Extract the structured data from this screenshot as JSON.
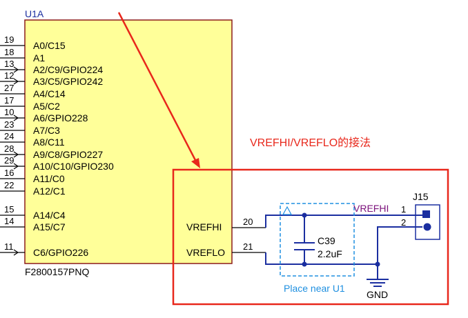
{
  "component": {
    "designator": "U1A",
    "part_number": "F2800157PNQ",
    "pins_left": [
      {
        "num": "19",
        "label": "A0/C15"
      },
      {
        "num": "18",
        "label": "A1"
      },
      {
        "num": "13",
        "label": "A2/C9/GPIO224"
      },
      {
        "num": "12",
        "label": "A3/C5/GPIO242"
      },
      {
        "num": "27",
        "label": "A4/C14"
      },
      {
        "num": "17",
        "label": "A5/C2"
      },
      {
        "num": "10",
        "label": "A6/GPIO228"
      },
      {
        "num": "23",
        "label": "A7/C3"
      },
      {
        "num": "24",
        "label": "A8/C11"
      },
      {
        "num": "28",
        "label": "A9/C8/GPIO227"
      },
      {
        "num": "29",
        "label": "A10/C10/GPIO230"
      },
      {
        "num": "16",
        "label": "A11/C0"
      },
      {
        "num": "22",
        "label": "A12/C1"
      },
      {
        "num": "15",
        "label": "A14/C4"
      },
      {
        "num": "14",
        "label": "A15/C7"
      },
      {
        "num": "11",
        "label": "C6/GPIO226"
      }
    ],
    "pins_right": [
      {
        "num": "20",
        "label": "VREFHI"
      },
      {
        "num": "21",
        "label": "VREFLO"
      }
    ]
  },
  "annotation": {
    "title": "VREFHI/VREFLO的接法",
    "color": "#e8271b"
  },
  "capacitor": {
    "designator": "C39",
    "value": "2.2uF",
    "note": "Place near U1"
  },
  "connector": {
    "designator": "J15",
    "pin1": "1",
    "pin2": "2"
  },
  "nets": {
    "vrefhi": "VREFHI",
    "gnd": "GND"
  },
  "colors": {
    "chip_fill": "#ffff99",
    "chip_border": "#8b1a1a",
    "wire": "#1a2ea0",
    "note": "#1e8fe0",
    "net_label": "#7a0f7a"
  }
}
